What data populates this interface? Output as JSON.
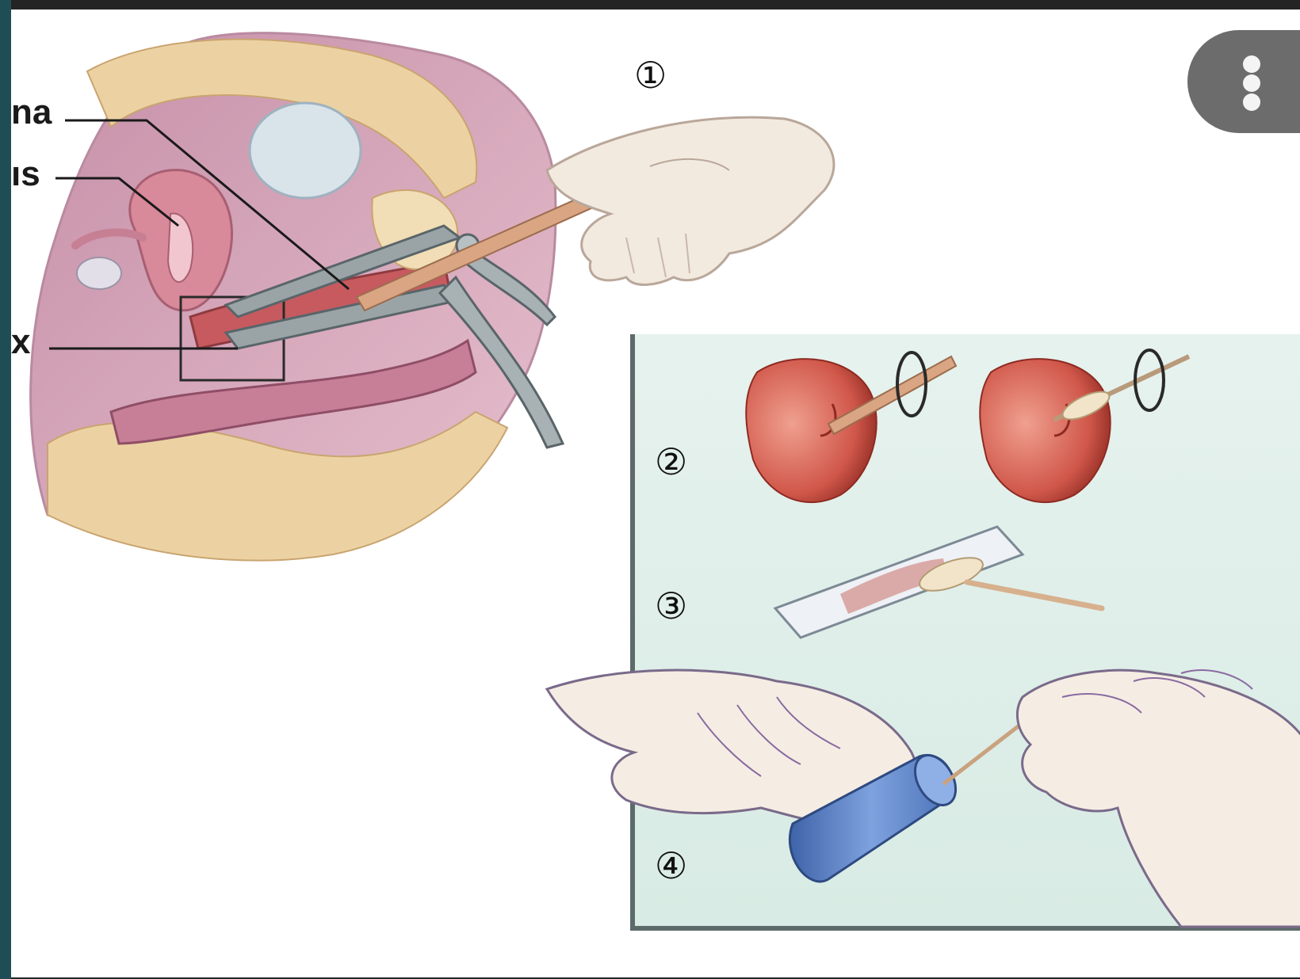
{
  "labels": {
    "vagina_fragment": "na",
    "uterus_fragment": "ıs",
    "cervix_fragment": "x"
  },
  "steps": [
    "①",
    "②",
    "③",
    "④"
  ],
  "menu": {
    "icon": "more-vert-icon"
  },
  "colors": {
    "tissue_pink": "#dca9b7",
    "fat_tan": "#e9cf9e",
    "speculum": "#9aa4a6",
    "panel_bg": "#e3f1ec",
    "glove": "#f3e9dd",
    "vial": "#5b82c4",
    "cervix_red": "#c24a3e"
  }
}
